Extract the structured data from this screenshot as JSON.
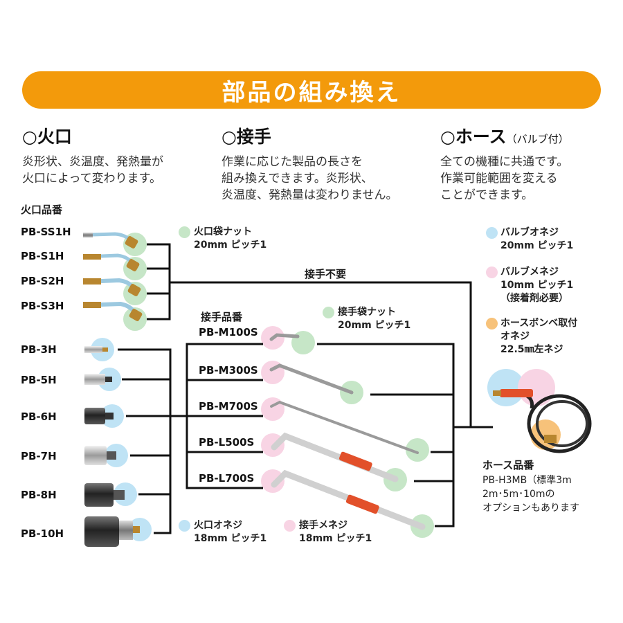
{
  "banner": {
    "title": "部品の組み換え"
  },
  "colors": {
    "banner": "#f39a0b",
    "green": "#c6e6c7",
    "blue": "#bfe3f5",
    "pink": "#f8d4e4",
    "orange": "#f7c27a",
    "handle": "#e2502a"
  },
  "sections": {
    "burner": {
      "title": "○火口",
      "description": "炎形状、炎温度、発熱量が\n火口によって変わります。",
      "codes_label": "火口品番"
    },
    "joint": {
      "title": "○接手",
      "description": "作業に応じた製品の長さを\n組み換えできます。炎形状、\n炎温度、発熱量は変わりません。",
      "codes_label": "接手品番"
    },
    "hose": {
      "title": "○ホース",
      "title_sub": "（バルブ付）",
      "description": "全ての機種に共通です。\n作業可能範囲を変える\nことができます。",
      "codes_label": "ホース品番"
    }
  },
  "burner_codes_a": [
    "PB-SS1H",
    "PB-S1H",
    "PB-S2H",
    "PB-S3H"
  ],
  "burner_codes_b": [
    "PB-3H",
    "PB-5H",
    "PB-6H",
    "PB-7H",
    "PB-8H",
    "PB-10H"
  ],
  "joint_codes": [
    "PB-M100S",
    "PB-M300S",
    "PB-M700S",
    "PB-L500S",
    "PB-L700S"
  ],
  "joint_not_needed": "接手不要",
  "legends": {
    "burner_nut": "火口袋ナット\n20mm ピッチ1",
    "joint_nut": "接手袋ナット\n20mm ピッチ1",
    "burner_screw": "火口オネジ\n18mm ピッチ1",
    "joint_female": "接手メネジ\n18mm ピッチ1",
    "valve_male": "バルブオネジ\n20mm ピッチ1",
    "valve_female": "バルブメネジ\n10mm ピッチ1\n（接着剤必要）",
    "hose_mount": "ホースボンベ取付\nオネジ\n22.5㎜左ネジ"
  },
  "hose_info": "PB-H3MB（標準3m\n2m･5m･10mの\nオプションもあります"
}
